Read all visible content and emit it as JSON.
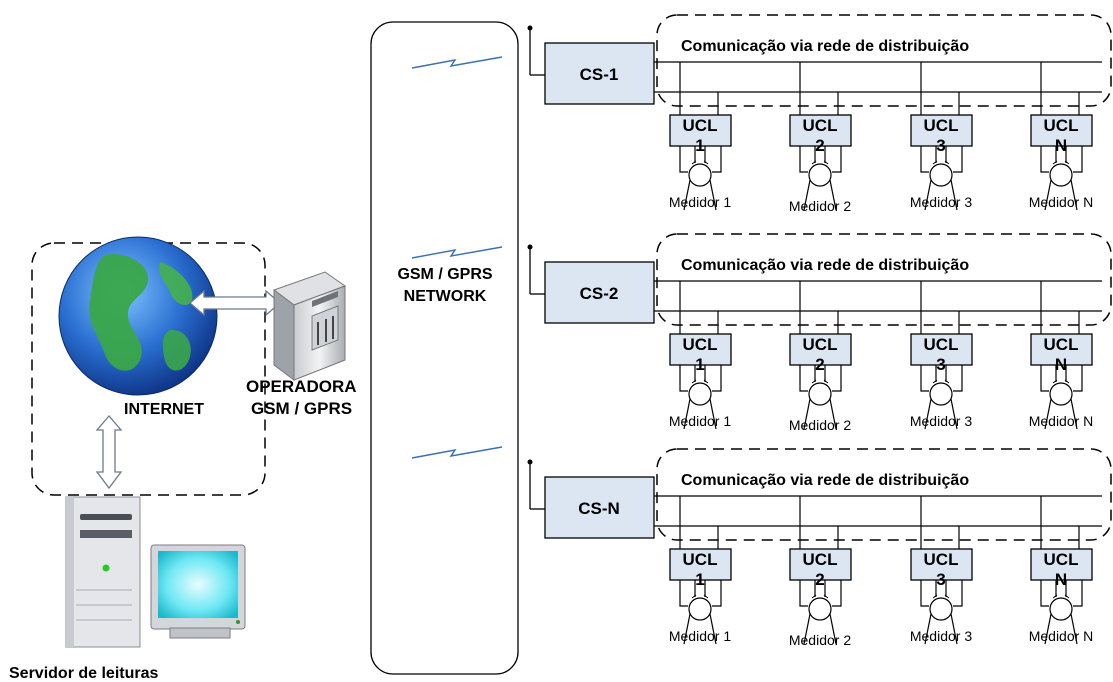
{
  "left_group": {
    "internet_label": "INTERNET",
    "operator_label_line1": "OPERADORA",
    "operator_label_line2": "GSM / GPRS",
    "server_label": "Servidor de leituras"
  },
  "network": {
    "label_line1": "GSM / GPRS",
    "label_line2": "NETWORK"
  },
  "clusters": [
    {
      "cs_label": "CS-1",
      "comm_label": "Comunicação via rede de distribuição",
      "units": [
        {
          "ucl_line1": "UCL",
          "ucl_line2": "1",
          "meter": "Medidor 1"
        },
        {
          "ucl_line1": "UCL",
          "ucl_line2": "2",
          "meter": "Medidor 2"
        },
        {
          "ucl_line1": "UCL",
          "ucl_line2": "3",
          "meter": "Medidor 3"
        },
        {
          "ucl_line1": "UCL",
          "ucl_line2": "N",
          "meter": "Medidor N"
        }
      ]
    },
    {
      "cs_label": "CS-2",
      "comm_label": "Comunicação via rede de distribuição",
      "units": [
        {
          "ucl_line1": "UCL",
          "ucl_line2": "1",
          "meter": "Medidor 1"
        },
        {
          "ucl_line1": "UCL",
          "ucl_line2": "2",
          "meter": "Medidor 2"
        },
        {
          "ucl_line1": "UCL",
          "ucl_line2": "3",
          "meter": "Medidor 3"
        },
        {
          "ucl_line1": "UCL",
          "ucl_line2": "N",
          "meter": "Medidor N"
        }
      ]
    },
    {
      "cs_label": "CS-N",
      "comm_label": "Comunicação via rede de distribuição",
      "units": [
        {
          "ucl_line1": "UCL",
          "ucl_line2": "1",
          "meter": "Medidor 1"
        },
        {
          "ucl_line1": "UCL",
          "ucl_line2": "2",
          "meter": "Medidor 2"
        },
        {
          "ucl_line1": "UCL",
          "ucl_line2": "3",
          "meter": "Medidor 3"
        },
        {
          "ucl_line1": "UCL",
          "ucl_line2": "N",
          "meter": "Medidor N"
        }
      ]
    }
  ],
  "colors": {
    "box_fill": "#dce6f2",
    "line": "#000000",
    "radio_link": "#3b6fb0",
    "globe_ocean": "#2a6fd1",
    "globe_land": "#3aa64a",
    "monitor_screen": "#5fe3f0"
  }
}
